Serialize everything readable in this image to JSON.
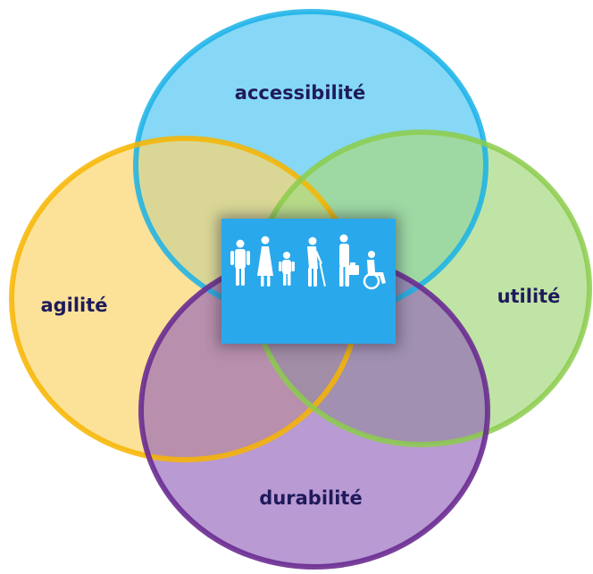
{
  "diagram": {
    "circles": [
      {
        "id": "accessibilite",
        "label": "accessibilité",
        "fill": "#7fd6f5",
        "stroke": "#19b2e8"
      },
      {
        "id": "agilite",
        "label": "agilité",
        "fill": "#fbd770",
        "stroke": "#f7b500"
      },
      {
        "id": "utilite",
        "label": "utilité",
        "fill": "#a8d982",
        "stroke": "#8ccc4c"
      },
      {
        "id": "durabilite",
        "label": "durabilité",
        "fill": "#8e5cb8",
        "stroke": "#6a2c91"
      }
    ],
    "center": {
      "background": "#2aa8ec",
      "icon": "people-diversity-icon"
    },
    "label_color": "#1f1a5c"
  }
}
